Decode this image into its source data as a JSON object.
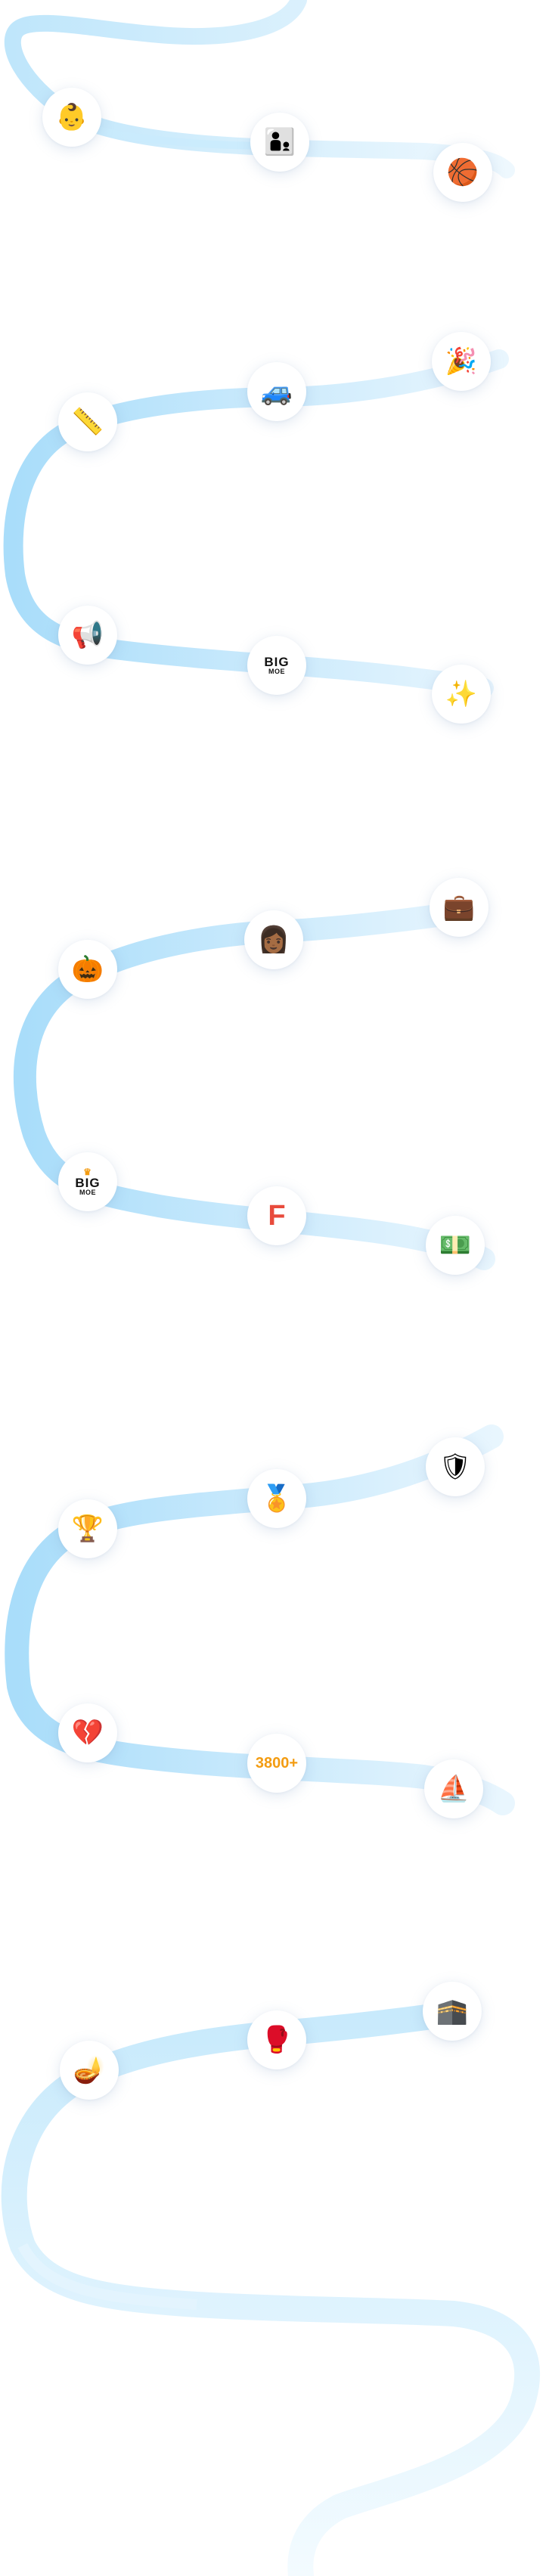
{
  "timeline": {
    "milestones": [
      {
        "id": "baby",
        "icon": "baby-face-icon",
        "glyph": "👶"
      },
      {
        "id": "family",
        "icon": "father-son-icon",
        "glyph": "👨‍👦"
      },
      {
        "id": "basketball",
        "icon": "basketball-icon",
        "glyph": "🏀"
      },
      {
        "id": "ruler",
        "icon": "ruler-icon",
        "glyph": "📏"
      },
      {
        "id": "car",
        "icon": "car-icon",
        "glyph": "🚙"
      },
      {
        "id": "party",
        "icon": "party-popper-icon",
        "glyph": "🎉"
      },
      {
        "id": "megaphone",
        "icon": "megaphone-icon",
        "glyph": "📢"
      },
      {
        "id": "bigmoe-1",
        "icon": "big-moe-logo",
        "mark": "BIG",
        "sub": "MOE"
      },
      {
        "id": "sparkles",
        "icon": "sparkles-icon",
        "glyph": "✨"
      },
      {
        "id": "pumpkin",
        "icon": "jack-o-lantern-icon",
        "glyph": "🎃"
      },
      {
        "id": "woman",
        "icon": "woman-portrait-icon",
        "glyph": "👩🏾"
      },
      {
        "id": "briefcase",
        "icon": "briefcase-icon",
        "glyph": "💼"
      },
      {
        "id": "bigmoe-2",
        "icon": "big-moe-crown-logo",
        "mark": "BIG",
        "sub": "MOE",
        "crown": "♛"
      },
      {
        "id": "f-logo",
        "icon": "f-letter-logo",
        "mark": "F"
      },
      {
        "id": "money",
        "icon": "money-icon",
        "glyph": "💵"
      },
      {
        "id": "trophy",
        "icon": "trophy-cup-icon",
        "glyph": "🏆"
      },
      {
        "id": "medal",
        "icon": "gold-medal-icon",
        "glyph": "🏅"
      },
      {
        "id": "shield",
        "icon": "shield-crest-icon",
        "glyph": "🛡"
      },
      {
        "id": "broken-heart",
        "icon": "broken-heart-icon",
        "glyph": "💔"
      },
      {
        "id": "count",
        "icon": "count-badge",
        "mark": "3800+"
      },
      {
        "id": "burj",
        "icon": "burj-al-arab-icon",
        "glyph": "⛵"
      },
      {
        "id": "lamp",
        "icon": "magic-lamp-icon",
        "glyph": "🪔"
      },
      {
        "id": "boxer",
        "icon": "boxer-icon",
        "glyph": "🥊"
      },
      {
        "id": "kaaba",
        "icon": "kaaba-icon",
        "glyph": "🕋"
      }
    ]
  },
  "colors": {
    "ribbon_light": "#e8f6fe",
    "ribbon_mid": "#bfe6fb",
    "ribbon_strong": "#8fd3f8",
    "node_bg": "#ffffff"
  }
}
